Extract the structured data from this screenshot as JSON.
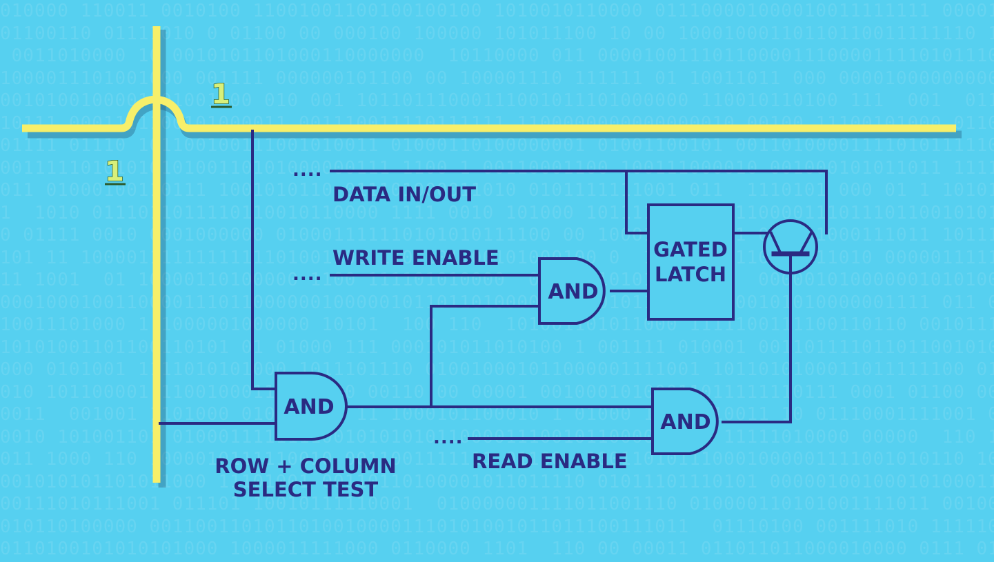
{
  "row_bit": "1",
  "column_bit": "1",
  "labels": {
    "data_in_out": "DATA IN/OUT",
    "write_enable": "WRITE ENABLE",
    "read_enable": "READ ENABLE",
    "row_column_line1": "ROW + COLUMN",
    "row_column_line2": "SELECT TEST"
  },
  "ellipsis": "....",
  "gates": {
    "and_select": "AND",
    "and_write": "AND",
    "and_read": "AND"
  },
  "latch": {
    "line1": "GATED",
    "line2": "LATCH"
  },
  "colors": {
    "background": "#56d0f0",
    "wire": "#2a2a82",
    "bus": "#f7ef6a",
    "bit_label": "#d8f07a"
  }
}
